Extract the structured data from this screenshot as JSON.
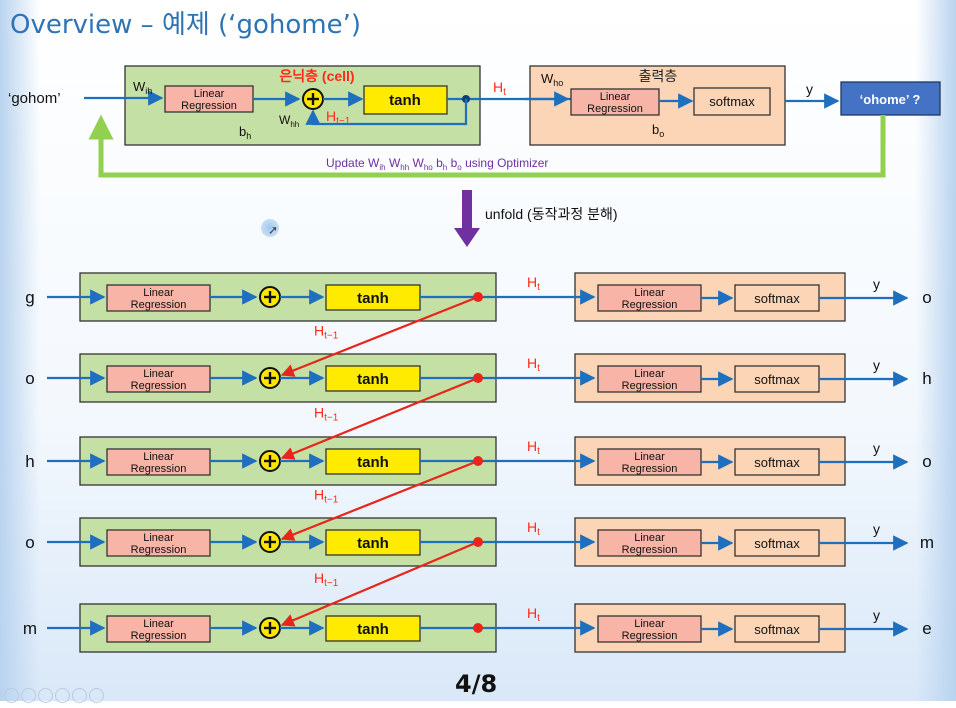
{
  "title": "Overview – 예제 (‘gohome’)",
  "page_number": "4/8",
  "top": {
    "input": "‘gohom’",
    "output": "‘ohome’ ?",
    "hidden_layer_label": "은닉층 (cell)",
    "output_layer_label": "출력층",
    "linear_regression": [
      "Linear",
      "Regression"
    ],
    "tanh": "tanh",
    "softmax": "softmax",
    "plus": "+",
    "w_ih": [
      "W",
      "ih"
    ],
    "w_hh": [
      "W",
      "hh"
    ],
    "b_h": [
      "b",
      "h"
    ],
    "h_t": [
      "H",
      "t"
    ],
    "h_t1": [
      "H",
      "t−1"
    ],
    "w_ho": [
      "W",
      "ho"
    ],
    "b_o": [
      "b",
      "o"
    ],
    "y": "y",
    "update_prefix": "Update",
    "update_params": [
      [
        "W",
        "ih"
      ],
      [
        "W",
        "hh"
      ],
      [
        "W",
        "ho"
      ],
      [
        "b",
        "h"
      ],
      [
        "b",
        "o"
      ]
    ],
    "update_suffix": "using  Optimizer"
  },
  "unfold_label": "unfold (동작과정 분해)",
  "steps": [
    {
      "input": "g",
      "output": "o"
    },
    {
      "input": "o",
      "output": "h"
    },
    {
      "input": "h",
      "output": "o"
    },
    {
      "input": "o",
      "output": "m"
    },
    {
      "input": "m",
      "output": "e"
    }
  ],
  "step_labels": {
    "linear_regression": [
      "Linear",
      "Regression"
    ],
    "tanh": "tanh",
    "softmax": "softmax",
    "plus": "+",
    "h_t": [
      "H",
      "t"
    ],
    "h_t1": [
      "H",
      "t−1"
    ],
    "y": "y"
  },
  "colors": {
    "title": "#2e74b5",
    "cell_fill": "#c5e0a5",
    "output_fill": "#fbd5b5",
    "lr_fill": "#f7b4a7",
    "tanh_fill": "#ffeb00",
    "plus_fill": "#ffe600",
    "result_fill": "#4472c4",
    "flow": "#1f6fbf",
    "feedback": "#92d050",
    "recurrent": "#e8251b",
    "update_text": "#7030a0",
    "unfold_arrow": "#7030a0"
  }
}
